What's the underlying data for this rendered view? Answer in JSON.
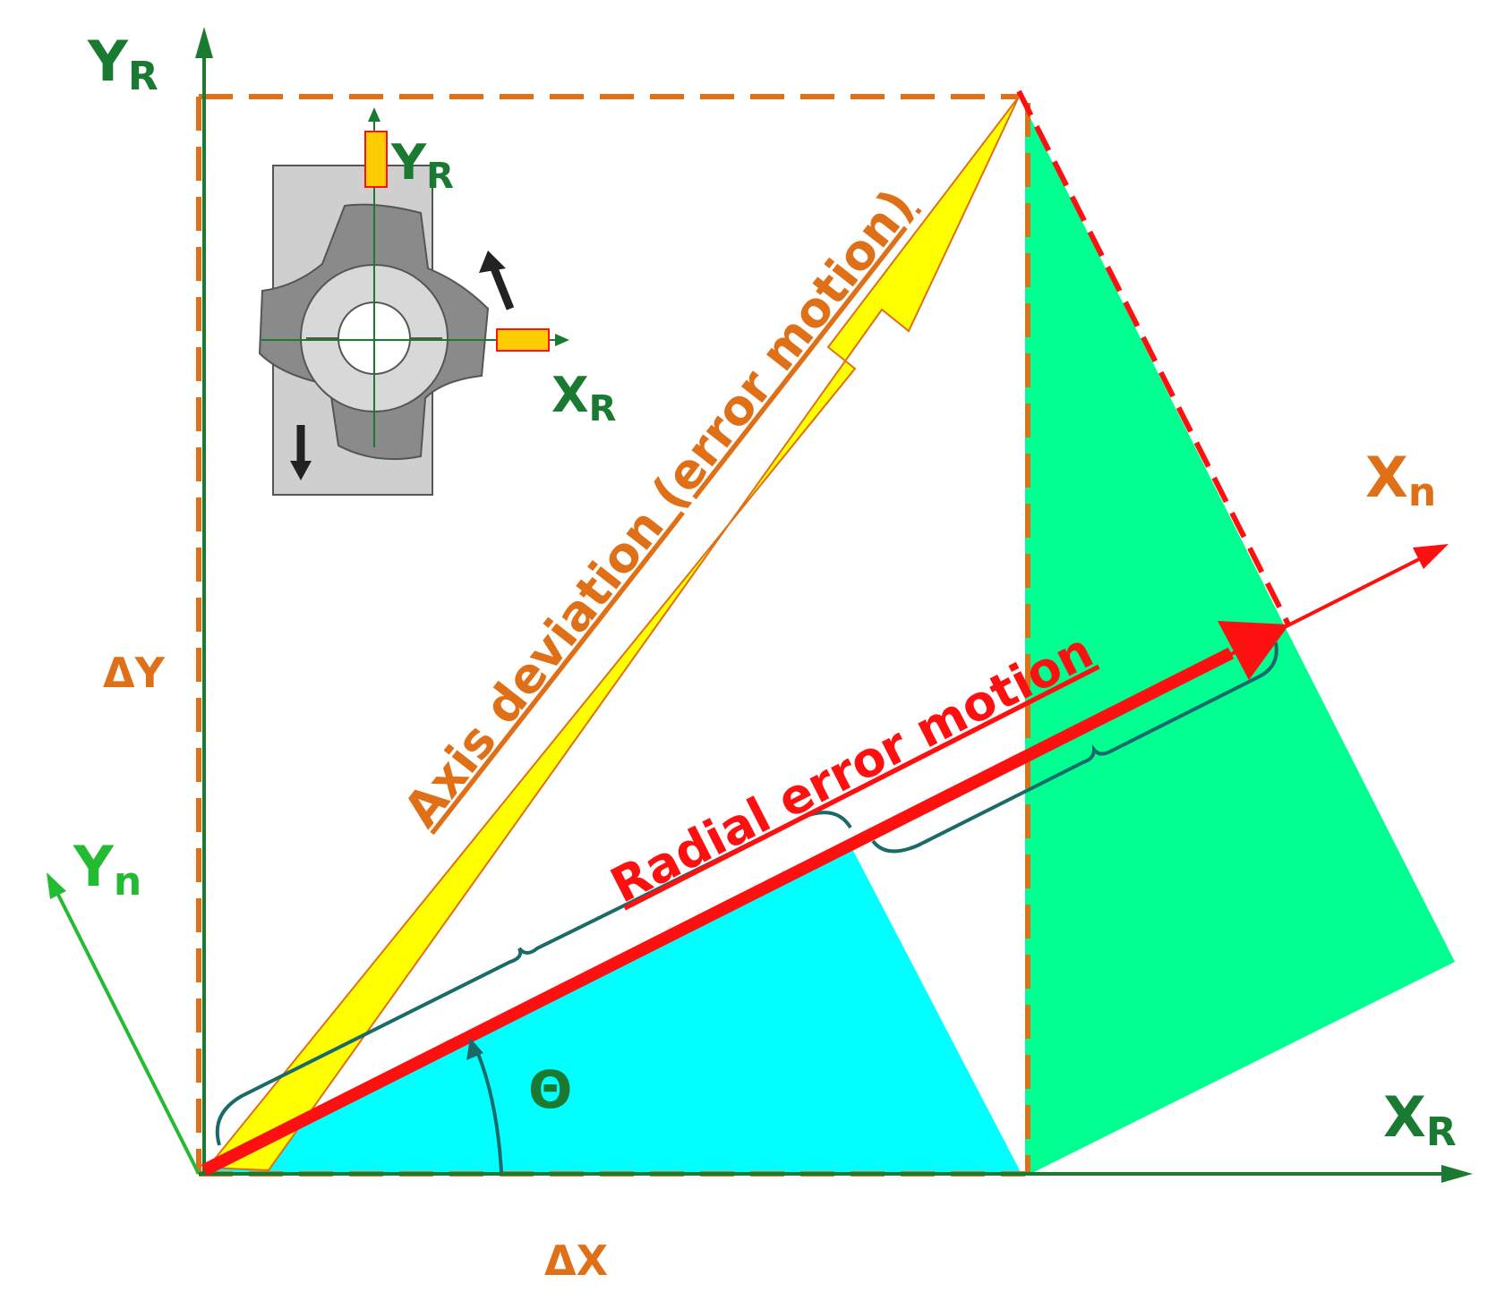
{
  "labels": {
    "y_ref_main": "Y",
    "y_ref_main_sub": "R",
    "x_ref_main": "X",
    "x_ref_main_sub": "R",
    "x_n": "X",
    "x_n_sub": "n",
    "y_n": "Y",
    "y_n_sub": "n",
    "delta_y": "ΔY",
    "delta_x": "ΔX",
    "theta": "Θ",
    "axis_deviation": "Axis deviation (error motion)",
    "radial_error": "Radial error motion",
    "inset_y": "Y",
    "inset_y_sub": "R",
    "inset_x": "X",
    "inset_x_sub": "R"
  },
  "colors": {
    "reference_axes": "#1a7a32",
    "rotated_axes": "#22bb33",
    "dashed_box": "#e07018",
    "red_vector": "#ff1010",
    "yellow_vector": "#ffff00",
    "cyan_region": "#00ffff",
    "green_region": "#00ff90",
    "brace": "#1a6a6a",
    "orange_text": "#e07018"
  }
}
